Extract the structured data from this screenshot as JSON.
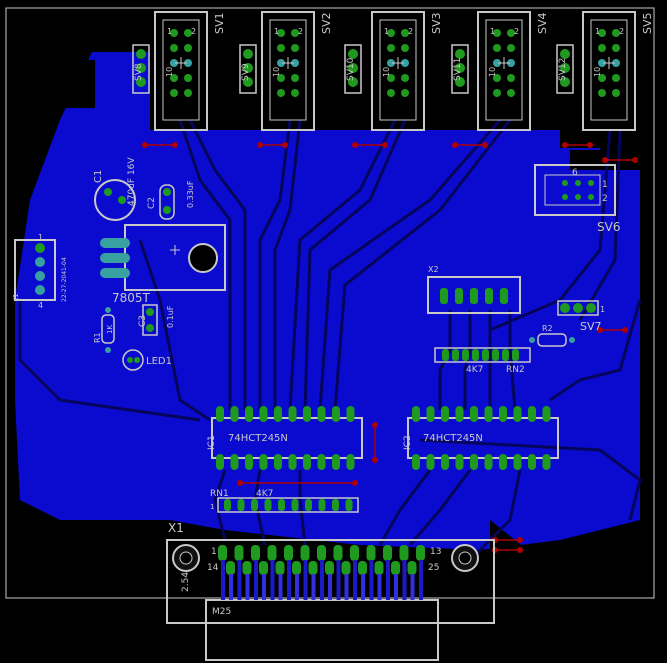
{
  "colors": {
    "background": "#000000",
    "copper": "#0b0bd0",
    "copper_dark": "#05055c",
    "trace": "#1a1ac8",
    "silk": "#c8c8c8",
    "pad": "#1f9a1f",
    "pad_hole": "#38a0a0",
    "via": "#b00000"
  },
  "headers": [
    {
      "name": "SV1",
      "pin_top": "1",
      "pin_top2": "2",
      "pin_bottom": "10"
    },
    {
      "name": "SV2",
      "pin_top": "1",
      "pin_top2": "2",
      "pin_bottom": "10"
    },
    {
      "name": "SV3",
      "pin_top": "1",
      "pin_top2": "2",
      "pin_bottom": "10"
    },
    {
      "name": "SV4",
      "pin_top": "1",
      "pin_top2": "2",
      "pin_bottom": "10"
    },
    {
      "name": "SV5",
      "pin_top": "1",
      "pin_top2": "2",
      "pin_bottom": "10"
    }
  ],
  "small_headers": [
    "SV8",
    "SV9",
    "SV10",
    "SV11",
    "SV12"
  ],
  "components": {
    "c1_name": "C1",
    "c1_value": "470uF 16V",
    "c2_name": "C2",
    "c2_value": "0.33uF",
    "regulator": "7805T",
    "c3_name": "C3",
    "c3_value": "0.1uF",
    "r1_name": "R1",
    "r1_value": "1K",
    "led": "LED1",
    "j1_name": "J1",
    "j1_part": "22-27-2041-04",
    "j1_pin1": "1",
    "j1_pin4": "4",
    "sv6_name": "SV6",
    "sv6_pin6": "6",
    "sv6_pin1": "1",
    "sv6_pin2": "2",
    "sv7_name": "SV7",
    "sv7_pin1": "1",
    "x2_name": "X2",
    "r2_name": "R2",
    "rn2_name": "RN2",
    "rn2_value": "4K7",
    "rn1_name": "RN1",
    "rn1_value": "4K7",
    "rn1_pin1": "1",
    "ic1_name": "IC1",
    "ic1_part": "74HCT245N",
    "ic2_name": "IC2",
    "ic2_part": "74HCT245N",
    "x1_name": "X1",
    "x1_part": "M25",
    "x1_pitch": "2.54",
    "x1_pin1": "1",
    "x1_pin13": "13",
    "x1_pin14": "14",
    "x1_pin25": "25"
  }
}
